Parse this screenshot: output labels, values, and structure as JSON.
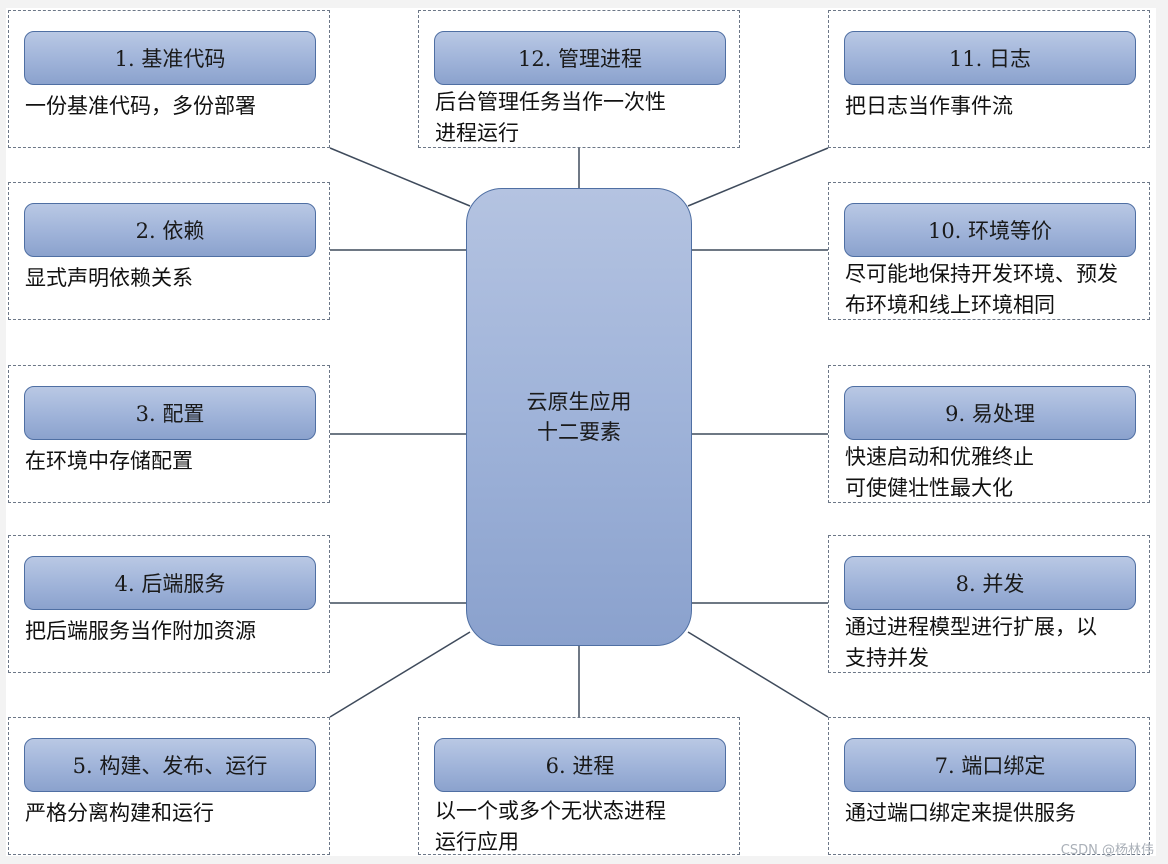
{
  "center": {
    "line1": "云原生应用",
    "line2": "十二要素"
  },
  "factors": [
    {
      "title": "1. 基准代码",
      "desc": [
        "一份基准代码，多份部署"
      ]
    },
    {
      "title": "2. 依赖",
      "desc": [
        "显式声明依赖关系"
      ]
    },
    {
      "title": "3. 配置",
      "desc": [
        "在环境中存储配置"
      ]
    },
    {
      "title": "4. 后端服务",
      "desc": [
        "把后端服务当作附加资源"
      ]
    },
    {
      "title": "5. 构建、发布、运行",
      "desc": [
        "严格分离构建和运行"
      ]
    },
    {
      "title": "6. 进程",
      "desc": [
        "以一个或多个无状态进程",
        "运行应用"
      ]
    },
    {
      "title": "7. 端口绑定",
      "desc": [
        "通过端口绑定来提供服务"
      ]
    },
    {
      "title": "8. 并发",
      "desc": [
        "通过进程模型进行扩展，以",
        "支持并发"
      ]
    },
    {
      "title": "9. 易处理",
      "desc": [
        "快速启动和优雅终止",
        "可使健壮性最大化"
      ]
    },
    {
      "title": "10. 环境等价",
      "desc": [
        "尽可能地保持开发环境、预发",
        "布环境和线上环境相同"
      ]
    },
    {
      "title": "11. 日志",
      "desc": [
        "把日志当作事件流"
      ]
    },
    {
      "title": "12. 管理进程",
      "desc": [
        "后台管理任务当作一次性",
        "进程运行"
      ]
    }
  ],
  "watermark": "CSDN @杨林伟"
}
